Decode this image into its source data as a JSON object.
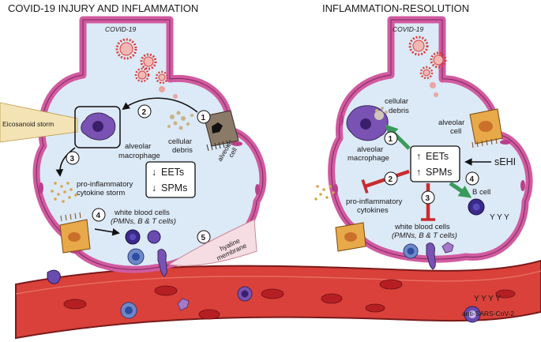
{
  "colors": {
    "membrane": "#d15aa0",
    "membrane_light": "#e9a6cc",
    "alveolar_space": "#dce9f6",
    "blood_vessel": "#d9413a",
    "red_cell": "#b51f23",
    "virus": "#d93f3b",
    "macrophage": "#7a52b3",
    "arrow_green": "#3a9a5c",
    "inhibit_red": "#c92b2f",
    "storm": "#f3e3b5"
  },
  "left_panel": {
    "title": "COVID-19 INJURY AND INFLAMMATION",
    "virus_label": "COVID-19",
    "storm_label": "Eicosanoid storm",
    "macrophage_label_1": "alveolar",
    "macrophage_label_2": "macrophage",
    "debris_label_1": "cellular",
    "debris_label_2": "debris",
    "alveolar_cell_label_1": "alveolar",
    "alveolar_cell_label_2": "cell",
    "cytokine_label_1": "pro-inflammatory",
    "cytokine_label_2": "cytokine storm",
    "mediators": [
      "EETs",
      "SPMs"
    ],
    "wbc_label_1": "white blood cells",
    "wbc_label_2": "(PMNs, B & T cells)",
    "hyaline_label_1": "hyaline",
    "hyaline_label_2": "membrane",
    "steps": [
      "1",
      "2",
      "3",
      "4",
      "5"
    ]
  },
  "right_panel": {
    "title": "INFLAMMATION-RESOLUTION",
    "virus_label": "COVID-19",
    "debris_label_1": "cellular",
    "debris_label_2": "debris",
    "alveolar_cell_label_1": "alveolar",
    "alveolar_cell_label_2": "cell",
    "macrophage_label_1": "alveolar",
    "macrophage_label_2": "macrophage",
    "mediators": [
      "EETs",
      "SPMs"
    ],
    "inhibitor_label": "sEHI",
    "cytokine_label_1": "pro-inflammatory",
    "cytokine_label_2": "cytokines",
    "b_cell_label": "B cell",
    "wbc_label_1": "white blood cells",
    "wbc_label_2": "(PMNs, B & T cells)",
    "steps": [
      "1",
      "2",
      "3",
      "4"
    ]
  },
  "vessel": {
    "antibody_label": "anti-SARS-CoV-2"
  }
}
